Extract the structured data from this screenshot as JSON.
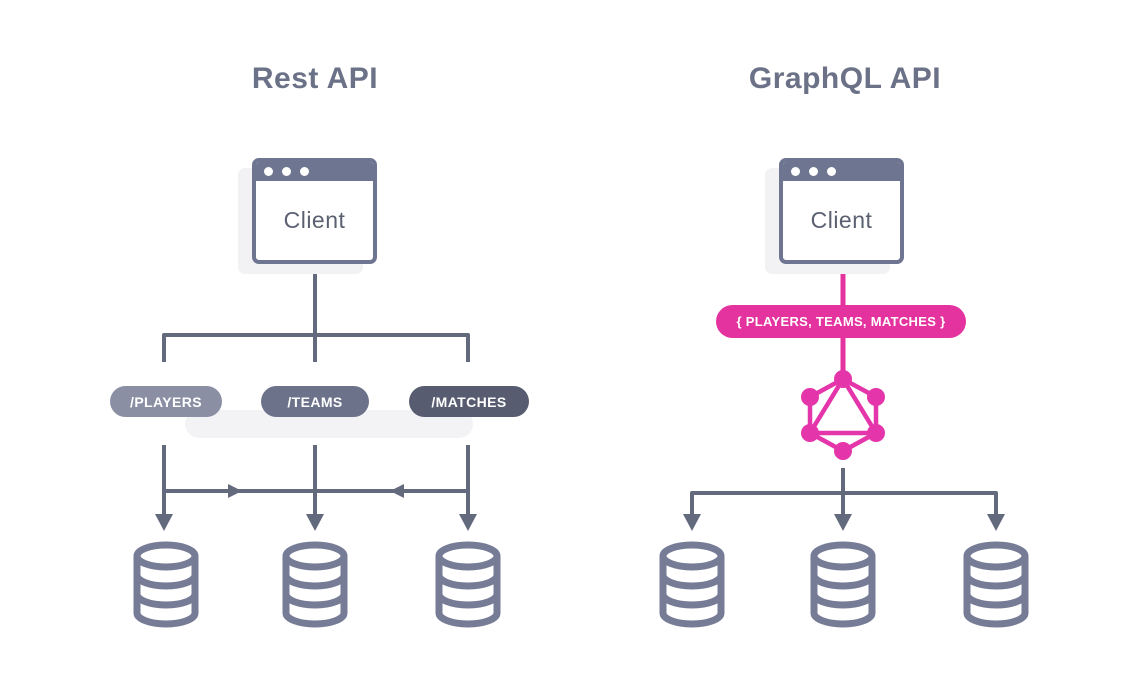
{
  "left_panel": {
    "title": "Rest API",
    "client_label": "Client",
    "endpoints": [
      {
        "label": "/PLAYERS",
        "color": "#8a8fa4"
      },
      {
        "label": "/TEAMS",
        "color": "#6c7289"
      },
      {
        "label": "/MATCHES",
        "color": "#575c70"
      }
    ],
    "database_count": 3
  },
  "right_panel": {
    "title": "GraphQL API",
    "client_label": "Client",
    "query_label": "{ PLAYERS, TEAMS, MATCHES }",
    "logo_icon": "graphql-logo",
    "database_count": 3
  },
  "colors": {
    "background": "#ffffff",
    "title_gray": "#6b7186",
    "window_frame_gray": "#6e7590",
    "connector_gray": "#646a7e",
    "database_gray": "#767c95",
    "client_text_gray": "#5b6171",
    "accent_pink": "#e4329f",
    "graphql_logo_pink": "#e535ab",
    "soft_shadow": "#f2f2f5"
  }
}
